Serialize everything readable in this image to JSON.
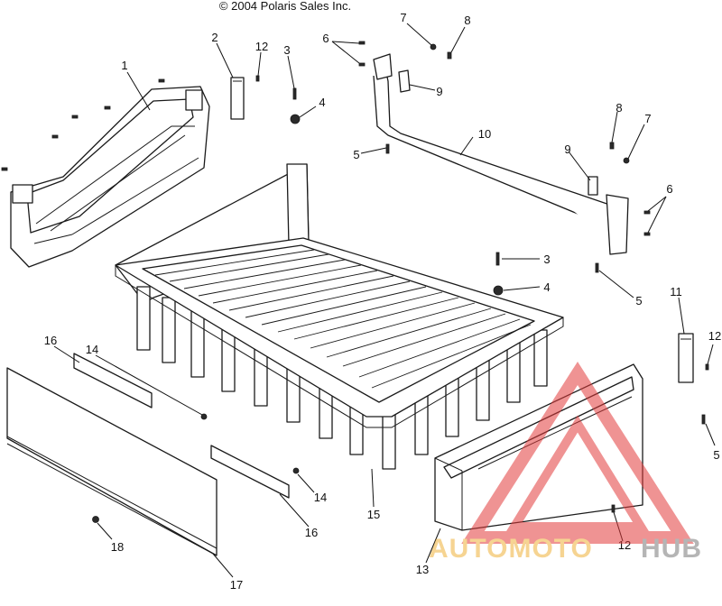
{
  "copyright": "© 2004 Polaris Sales Inc.",
  "callouts": [
    {
      "part": "1"
    },
    {
      "part": "2"
    },
    {
      "part": "12"
    },
    {
      "part": "3"
    },
    {
      "part": "4"
    },
    {
      "part": "7"
    },
    {
      "part": "8"
    },
    {
      "part": "6"
    },
    {
      "part": "9"
    },
    {
      "part": "10"
    },
    {
      "part": "5"
    },
    {
      "part": "8"
    },
    {
      "part": "7"
    },
    {
      "part": "9"
    },
    {
      "part": "6"
    },
    {
      "part": "3"
    },
    {
      "part": "4"
    },
    {
      "part": "5"
    },
    {
      "part": "11"
    },
    {
      "part": "12"
    },
    {
      "part": "16"
    },
    {
      "part": "14"
    },
    {
      "part": "14"
    },
    {
      "part": "16"
    },
    {
      "part": "15"
    },
    {
      "part": "18"
    },
    {
      "part": "17"
    },
    {
      "part": "13"
    },
    {
      "part": "12"
    },
    {
      "part": "5"
    }
  ],
  "watermark": {
    "brand_a": "AUTOMOTO",
    "brand_b": "HUB",
    "color_a": "#f0b23a",
    "color_b": "#7a7a7a",
    "triangle_color": "#e23b3b"
  }
}
